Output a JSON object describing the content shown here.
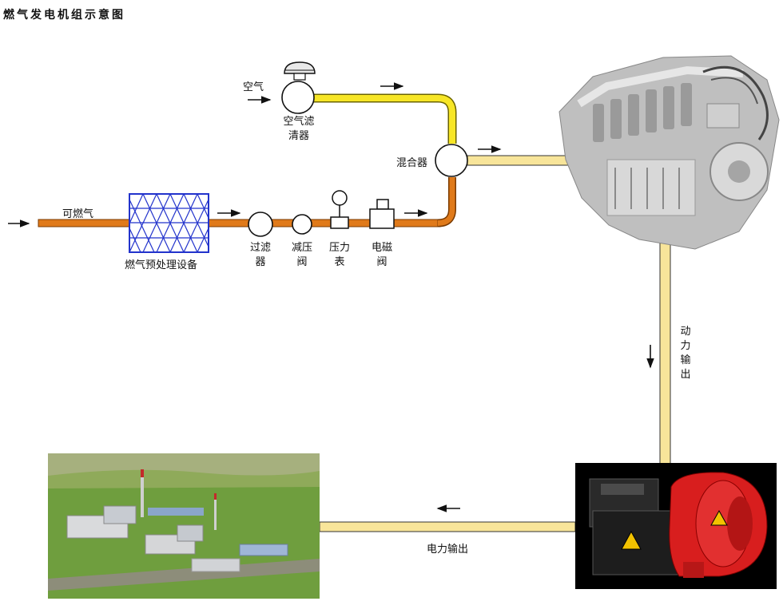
{
  "title": "燃气发电机组示意图",
  "labels": {
    "air": "空气",
    "air_filter": "空气滤\n清器",
    "mixer": "混合器",
    "fuel_gas": "可燃气",
    "pretreatment": "燃气预处理设备",
    "filter": "过滤\n器",
    "reducing_valve": "减压\n阀",
    "pressure_gauge": "压力\n表",
    "solenoid_valve": "电磁\n阀",
    "power_output": "动力输出",
    "electric_output": "电力输出"
  },
  "colors": {
    "air_pipe": "#f7e626",
    "gas_pipe": "#e07a1a",
    "shaft": "#f8e59a",
    "mesh": "#2233cc",
    "generator_red": "#d81e1e"
  }
}
